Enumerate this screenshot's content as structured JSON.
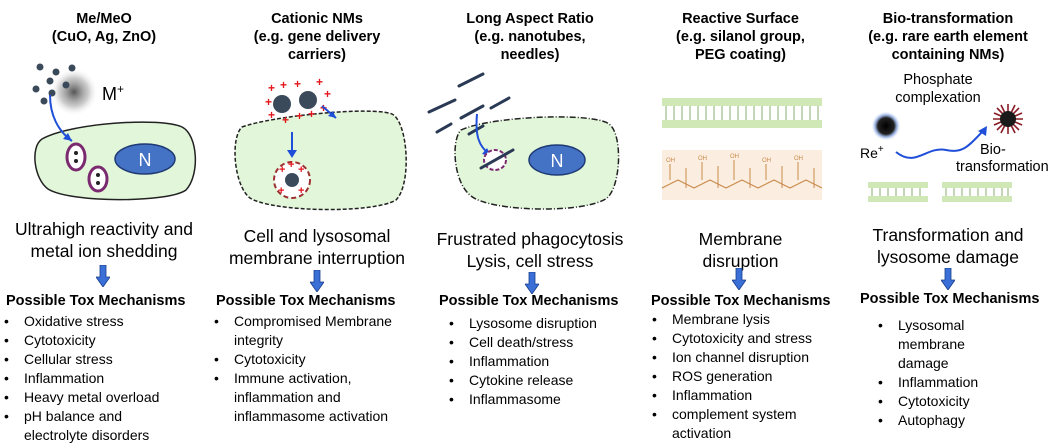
{
  "colors": {
    "cell_fill": "#e2f7d9",
    "nucleus_fill": "#4472c4",
    "vesicle": "#7b2a70",
    "arrow_blue": "#1f4fd8",
    "membrane_green": "#cfe8b5",
    "bilayer_orange": "#f3d3b5",
    "charge_red": "#e3161b"
  },
  "columns": [
    {
      "title": [
        "Me/MeO",
        "(CuO, Ag, ZnO)"
      ],
      "ion_label": "M",
      "ion_sup": "+",
      "nucleus_label": "N",
      "caption": [
        "Ultrahigh reactivity and",
        "metal ion shedding"
      ],
      "mech_title": "Possible Tox Mechanisms",
      "mechanisms": [
        "Oxidative stress",
        "Cytotoxicity",
        "Cellular stress",
        "Inflammation",
        "Heavy metal overload",
        "pH balance and",
        "electrolyte disorders"
      ]
    },
    {
      "title": [
        "Cationic NMs",
        "(e.g. gene delivery",
        "carriers)"
      ],
      "caption": [
        "Cell and lysosomal",
        "membrane interruption"
      ],
      "mech_title": "Possible Tox Mechanisms",
      "mechanisms": [
        "Compromised Membrane",
        "integrity",
        "Cytotoxicity",
        "Immune activation,",
        "inflammation and",
        "inflammasome activation"
      ]
    },
    {
      "title": [
        "Long Aspect Ratio",
        "(e.g. nanotubes,",
        "needles)"
      ],
      "nucleus_label": "N",
      "caption": [
        "Frustrated phagocytosis",
        "Lysis, cell stress"
      ],
      "mech_title": "Possible Tox Mechanisms",
      "mechanisms": [
        "Lysosome disruption",
        "Cell death/stress",
        "Inflammation",
        "Cytokine release",
        "Inflammasome"
      ]
    },
    {
      "title": [
        "Reactive Surface",
        "(e.g. silanol group,",
        "PEG coating)"
      ],
      "caption": [
        "Membrane",
        "disruption"
      ],
      "mech_title": "Possible Tox Mechanisms",
      "mechanisms": [
        "Membrane lysis",
        "Cytotoxicity and stress",
        "Ion channel disruption",
        "ROS generation",
        "Inflammation",
        "complement system",
        "activation"
      ]
    },
    {
      "title": [
        "Bio-transformation",
        "(e.g. rare earth element",
        "containing NMs)"
      ],
      "phosphate_label": "Phosphate",
      "complexation_label": "complexation",
      "re_label": "Re",
      "re_sup": "+",
      "bio_label": "Bio-",
      "transformation_label": "transformation",
      "caption": [
        "Transformation and",
        "lysosome damage"
      ],
      "mech_title": "Possible Tox Mechanisms",
      "mechanisms": [
        "Lysosomal",
        "membrane",
        "damage",
        "Inflammation",
        "Cytotoxicity",
        "Autophagy"
      ]
    }
  ]
}
